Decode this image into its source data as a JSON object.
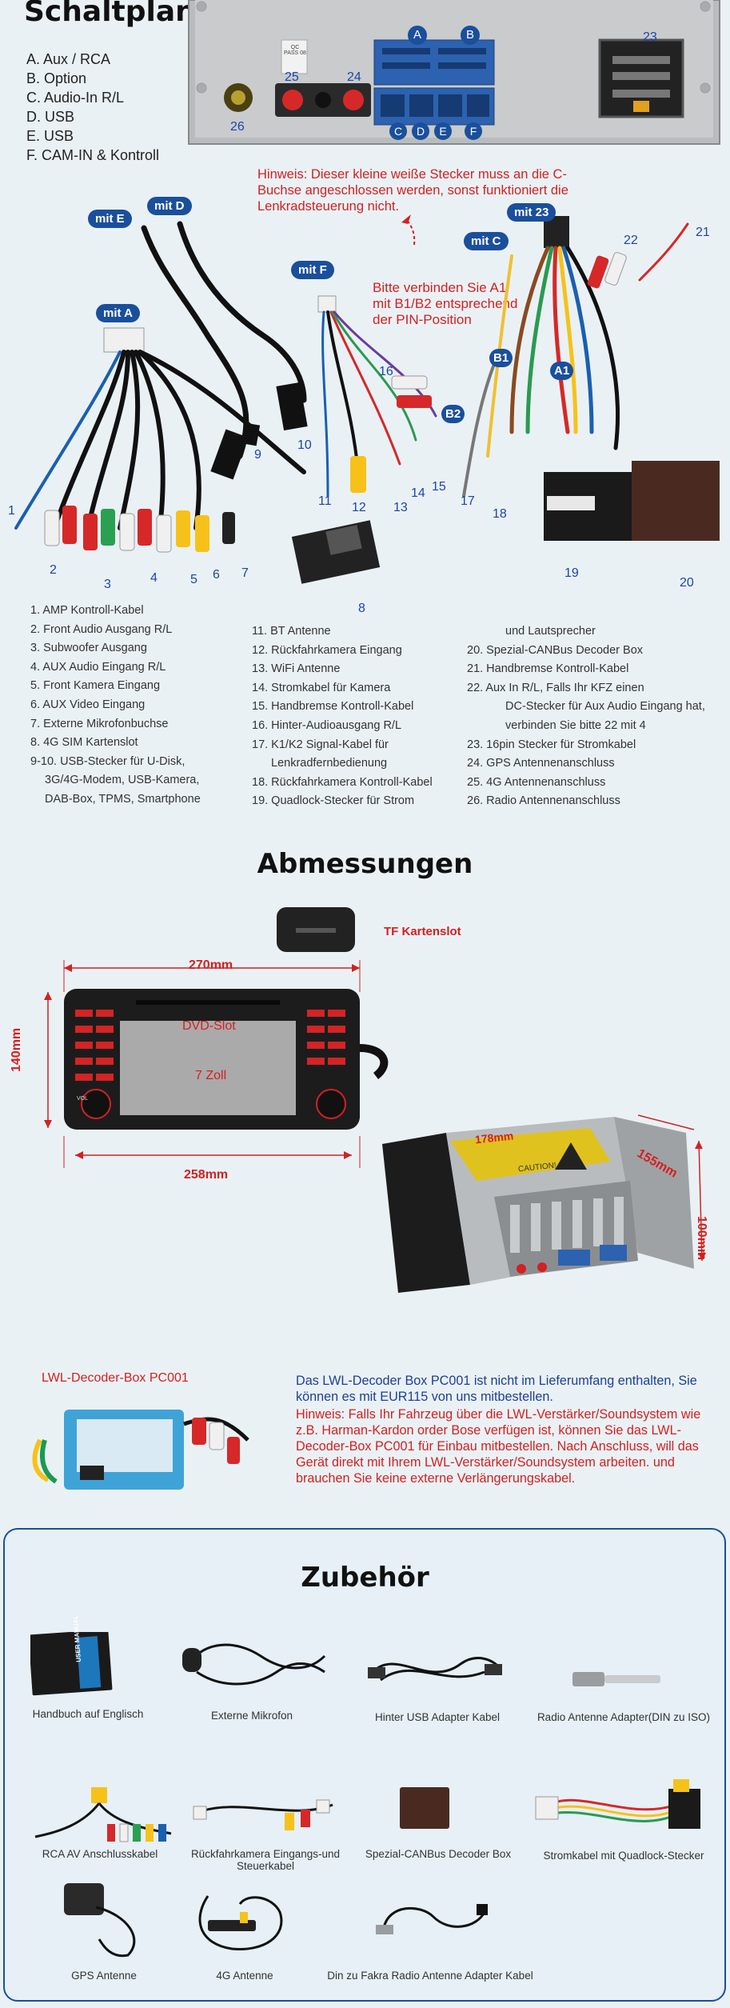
{
  "schaltplan": {
    "title": "Schaltplan",
    "connectors": [
      "A. Aux / RCA",
      "B. Option",
      "C. Audio-In R/L",
      "D. USB",
      "E. USB",
      "F. CAM-IN & Kontroll"
    ],
    "panel_labels": {
      "a": "A",
      "b": "B",
      "c": "C",
      "d": "D",
      "e": "E",
      "f": "F",
      "n23": "23",
      "n24": "24",
      "n25": "25",
      "n26": "26",
      "qc": "QC PASS 08"
    },
    "hint_white_plug": "Hinweis: Dieser kleine weiße Stecker muss an die C-Buchse angeschlossen werden, sonst funktioniert die Lenkradsteuerung nicht.",
    "hint_connect": "Bitte verbinden Sie A1 mit B1/B2 entsprechend der PIN-Position",
    "bubbles": {
      "e": "mit E",
      "d": "mit D",
      "a": "mit A",
      "f": "mit F",
      "c": "mit C",
      "n23": "mit 23"
    },
    "pins": {
      "b1": "B1",
      "a1": "A1",
      "b2": "B2"
    },
    "numbers": [
      "1",
      "2",
      "3",
      "4",
      "5",
      "6",
      "7",
      "8",
      "9",
      "10",
      "11",
      "12",
      "13",
      "14",
      "15",
      "16",
      "17",
      "18",
      "19",
      "20",
      "21",
      "22"
    ],
    "legend_col1": [
      "1. AMP Kontroll-Kabel",
      "2. Front Audio Ausgang R/L",
      "3. Subwoofer Ausgang",
      "4. AUX Audio Eingang R/L",
      "5. Front Kamera Eingang",
      "6. AUX Video Eingang",
      "7. Externe Mikrofonbuchse",
      "8. 4G SIM Kartenslot",
      "9-10. USB-Stecker für U-Disk,",
      "3G/4G-Modem, USB-Kamera,",
      "DAB-Box, TPMS, Smartphone"
    ],
    "legend_col2": [
      "11. BT Antenne",
      "12. Rückfahrkamera Eingang",
      "13. WiFi Antenne",
      "14. Stromkabel für Kamera",
      "15. Handbremse Kontroll-Kabel",
      "16. Hinter-Audioausgang R/L",
      "17. K1/K2 Signal-Kabel für",
      "Lenkradfernbedienung",
      "18. Rückfahrkamera Kontroll-Kabel",
      "19. Quadlock-Stecker für Strom"
    ],
    "legend_col3": [
      "und Lautsprecher",
      "20. Spezial-CANBus Decoder Box",
      "21. Handbremse Kontroll-Kabel",
      "22. Aux In R/L, Falls Ihr KFZ einen",
      "DC-Stecker für Aux Audio Eingang hat,",
      "verbinden Sie bitte 22 mit 4",
      "23. 16pin Stecker für Stromkabel",
      "24. GPS Antennenanschluss",
      "25. 4G Antennenanschluss",
      "26. Radio Antennenanschluss"
    ]
  },
  "abmessungen": {
    "title": "Abmessungen",
    "tf_label": "TF Kartenslot",
    "width_top": "270mm",
    "width_bottom": "258mm",
    "height": "140mm",
    "dvd_slot": "DVD-Slot",
    "screen_size": "7 Zoll",
    "depth": "155mm",
    "side_height": "100mm",
    "side_width": "178mm",
    "caution": "CAUTION!",
    "vol": "VOL"
  },
  "decoder": {
    "label": "LWL-Decoder-Box PC001",
    "line1": "Das LWL-Decoder Box PC001 ist nicht im Lieferumfang enthalten, Sie können es mit EUR115 von uns mitbestellen.",
    "line2": "Hinweis: Falls Ihr Fahrzeug über die LWL-Verstärker/Soundsystem wie z.B. Harman-Kardon order Bose verfügen ist, können Sie das LWL-Decoder-Box PC001 für Einbau mitbestellen. Nach Anschluss, will das Gerät direkt mit Ihrem LWL-Verstärker/Soundsystem arbeiten. und brauchen Sie keine externe Verlängerungskabel."
  },
  "zubehoer": {
    "title": "Zubehör",
    "manual_text": "USER MANUAL",
    "items": [
      "Handbuch auf Englisch",
      "Externe Mikrofon",
      "Hinter USB Adapter Kabel",
      "Radio Antenne Adapter(DIN zu ISO)",
      "RCA AV Anschlusskabel",
      "Rückfahrkamera Eingangs-und Steuerkabel",
      "Spezial-CANBus Decoder Box",
      "Stromkabel mit Quadlock-Stecker",
      "GPS Antenne",
      "4G Antenne",
      "Din zu Fakra Radio Antenne Adapter Kabel"
    ]
  },
  "colors": {
    "accent_blue": "#1a4f9c",
    "hint_red": "#d42020",
    "text_blue": "#1b3f9a",
    "background": "#eaf1f5"
  }
}
